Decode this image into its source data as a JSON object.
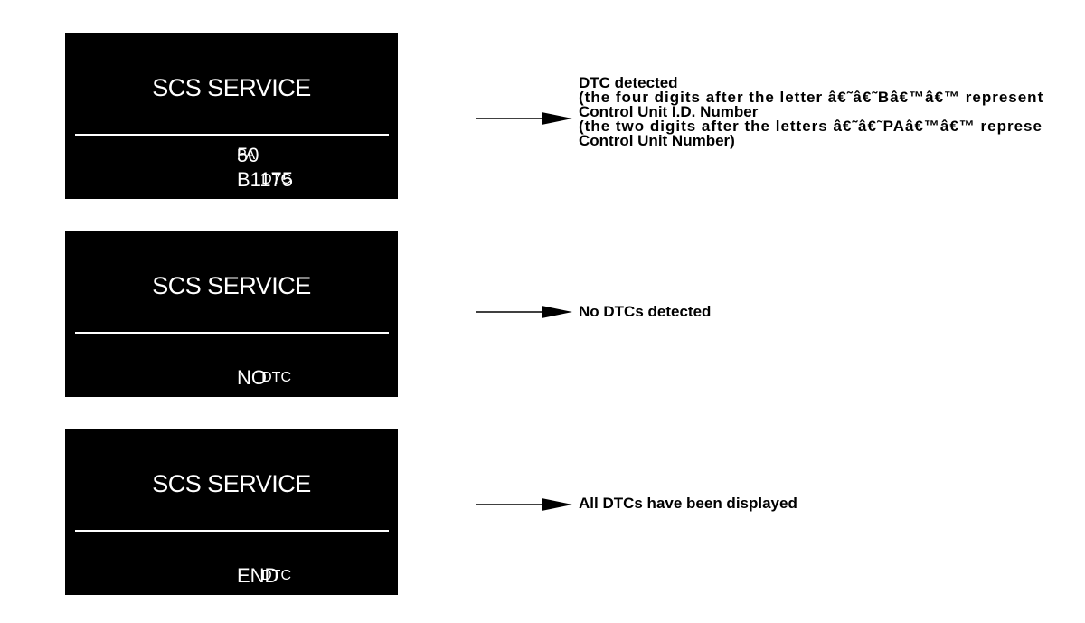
{
  "displays": [
    {
      "title": "SCS SERVICE",
      "lines": [
        {
          "label": "PA",
          "value": "50"
        },
        {
          "label": "DTC",
          "value": "B1175"
        }
      ],
      "description": [
        "DTC detected",
        "(the four digits after the letter â€˜â€˜Bâ€™â€™ represent",
        "Control Unit I.D. Number",
        "(the two digits after the letters â€˜â€˜PAâ€™â€™ represe",
        "Control Unit Number)"
      ]
    },
    {
      "title": "SCS SERVICE",
      "lines": [
        {
          "label": "DTC",
          "value": "NO"
        }
      ],
      "description": [
        "No DTCs detected"
      ]
    },
    {
      "title": "SCS SERVICE",
      "lines": [
        {
          "label": "DTC",
          "value": "END"
        }
      ],
      "description": [
        "All DTCs have been displayed"
      ]
    }
  ],
  "colors": {
    "display_background": "#000000",
    "display_text": "#ffffff",
    "arrow": "#000000",
    "description_text": "#000000"
  },
  "icons": [
    "arrow-right-icon"
  ]
}
